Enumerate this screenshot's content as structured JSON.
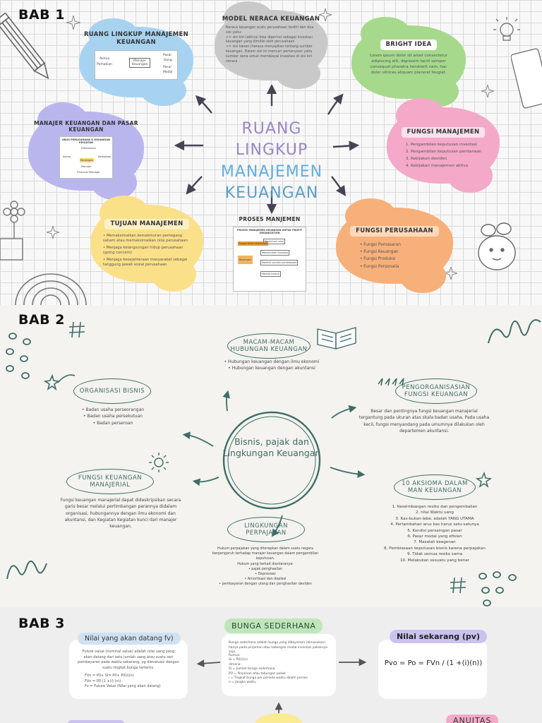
{
  "sec1": {
    "bab": "BAB 1",
    "center": [
      "RUANG LINGKUP",
      "MANAJEMEN",
      "KEUANGAN"
    ],
    "ruang": {
      "title": "RUANG LINGKUP MANAJEMEN KEUANGAN",
      "diagram": [
        "Aktiva",
        "Pemakian",
        "Manajer",
        "Keuangan",
        "Pasar",
        "Uang",
        "Pasar",
        "Modal"
      ]
    },
    "model": {
      "title": "MODEL NERACA KEUANGAN",
      "text": "Neraca keuangan suatu perusahaan terdiri dari dua sisi yaitu:\n>> sisi kiri (aktiva) bisa diperinci sebagai investasi keuangan yang dimiliki oleh perusahaan\n>> sisi kanan (neraca menyajikan tentang sumber keuangan. Dalam sisi ini mencari pertanyaan yaitu sumber dana untuk membiayai investasi di sisi kiri neraca"
    },
    "bright": {
      "title": "BRIGHT IDEA",
      "text": "Lorem ipsum dolor sit amet consectetur adipiscing elit, dignissim taciti semper consequat pharetra hendrerit nam, hac dolor ultrices aliquam placerat feugiat."
    },
    "manajer": {
      "title": "MANAJER KEUANGAN DAN PASAR KEUANGAN",
      "diagram_title": "ARUS PERUSAHAAN & KEUANGAN KEGIATAN",
      "diagram": [
        "Distribution",
        "Aktiva",
        "Keuangan",
        "Kewajiban",
        "Manajer",
        "Financial Manager"
      ]
    },
    "fungsi_manajemen": {
      "title": "FUNGSI MANAJEMEN",
      "items": [
        "Pengambilan keputusan investasi",
        "Pengambilan keputusan pendanaan",
        "Kebijakan deviden",
        "Kebijakan manajemen aktiva"
      ]
    },
    "tujuan": {
      "title": "TUJUAN MANAJEMEN",
      "items": [
        "Memaksimalkan kemakmuran pemegang saham atau memaksimalkan nilai perusahaan",
        "Menjaga kelangsungan hidup perusahaan (going concern)",
        "Menjaga kesejahteraan masyarakat sebagai tanggung jawab sosial perusahaan"
      ]
    },
    "proses": {
      "title": "PROSES MANJEMEN",
      "diagram_title": "PROSES MANAJEMEN KEUANGAN UNTUK PROFIT ORGANIZATION",
      "boxes": [
        "Pengambilan keputusan",
        "Penentuan awal",
        "Keuangan",
        "Menentukan investasi",
        "Memilih sumber pembiayaan",
        "Menilai kinerja"
      ]
    },
    "fungsi_perusahaan": {
      "title": "FUNGSI PERUSAHAAN",
      "items": [
        "Fungsi Pemasaran",
        "Fungsi Keuangan",
        "Fungsi Produksi",
        "Fungsi Personalia"
      ]
    }
  },
  "sec2": {
    "bab": "BAB 2",
    "center": "Bisnis, pajak dan Lingkungan Keuangan",
    "macam": {
      "title": "MACAM-MACAM HUBUNGAN KEUANGAN",
      "items": [
        "Hubungan keuangan dengan ilmu ekonomi",
        "Hubungan keuangan dengan akuntansi"
      ]
    },
    "organisasi": {
      "title": "ORGANISASI BISNIS",
      "items": [
        "Badan usaha perseorangan",
        "Badan usaha persekutuan",
        "Badan perseroan"
      ]
    },
    "pengorganisasian": {
      "title": "PENGORGANISASIAN FUNGSI KEUANGAN",
      "text": "Besar dan pentingnya fungsi keuangan manajerial tergantung pada ukuran atas skala badan usaha. Pada usaha kecil, fungsi menyandang pada umumnya dilakukan oleh departemen akuntansi."
    },
    "fungsi": {
      "title": "FUNGSI KEUANGAN MANAJERIAL",
      "text": "Fungsi keuangan manajerial dapat dideskripsikan secara garis besar melalui pertimbangan perannya didalam organisasi, hubungannya dengan ilmu ekonomi dan akuntansi, dan Kegiatan Kegiatan kunci dari manajer keuangan."
    },
    "aksioma": {
      "title": "10 AKSIOMA DALAM MAN KEUANGAN",
      "items": [
        "1. Keseimbangan resiko dan pengembalian",
        "2. nilai Waktu uang",
        "3. Kas-bukan-laba: adalah YANG UTAMA",
        "4. Pertambahan arus kas harus satu-satunya",
        "5. Kondisi persaingan pasar",
        "6. Pasar modal yang efisien",
        "7. Masalah keagenan",
        "8. Pembiasaan keputusan bisnis karena perpajakan",
        "9. Tidak semua resiko sama",
        "10. Melakukan sesuatu yang benar"
      ]
    },
    "lingkungan": {
      "title": "LINGKUNGAN PERPAJAKAN",
      "text": "Hukum perpajakan yang diterapkan dalam suatu negara berpengaruh terhadap manajer keuangan dalam pengambilan keputusan.\nHukum yang terkait diantaranya:",
      "items": [
        "pajak penghasilan",
        "Depresiasi",
        "Amortisasi dan deplesi",
        "pembayaran dengan utang dan penghasilan deviden"
      ]
    }
  },
  "sec3": {
    "bab": "BAB 3",
    "fv": {
      "tag": "Nilai yang akan datang fv)",
      "text": "Future value (nominal value) adalah nilai uang yang akan datang dari satu jumlah uang atau suatu seri pembayaran pada waktu sekarang, yg dievaluasi dengan suatu tingkat bunga tertentu.",
      "formulas": [
        "FVn = P0+ SI= P0+ P0(i)(n)",
        "FVn = P0 (1 +(i) (n))",
        "Fv     = Future Value (Nilai yang akan datang)"
      ]
    },
    "bunga": {
      "tag": "BUNGA SEDERHANA",
      "text": "Bunga sederhana adalah bunga yang dibayarkan (dimasukan) hanya pada pinjaman atau tabungan modal investasi pokoknya saja.",
      "lines": [
        "Rumus:",
        "SI  = P0(i)(n)",
        "dimana:",
        "SI  = Jumlah bunga sederhana",
        "PO  = Pinjaman atau tabungan pokok",
        "i    = Tingkat bunga per periode waktu dalam persen",
        "n   = Jangka waktu"
      ]
    },
    "pv": {
      "tag": "Nilai sekarang (pv)",
      "formula": "Pvo = Po = FVn / (1 +(i)(n))"
    },
    "anuitas": "ANUITAS"
  },
  "colors": {
    "ruang": "#a7d3f0",
    "model": "#c9c9c9",
    "bright": "#a6d98c",
    "manajer": "#b9b6ee",
    "fungsi_manajemen": "#f4a9c8",
    "tujuan": "#fbe08a",
    "fungsi_perusahaan": "#f7b07a",
    "teal": "#3e6d68",
    "green_tag": "#bfe6bb",
    "purple_tag": "#cbc2f0",
    "blue_tag": "#cfe2f3"
  }
}
